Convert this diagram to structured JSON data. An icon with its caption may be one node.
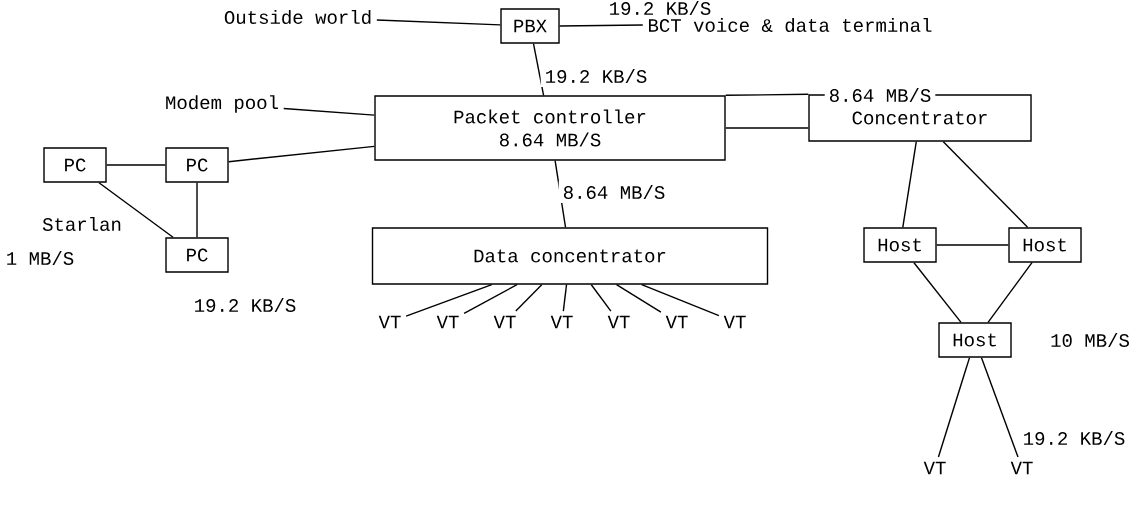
{
  "diagram": {
    "nodes": [
      {
        "text": [
          "PBX"
        ]
      },
      {
        "text": [
          "BCT voice & data terminal"
        ]
      },
      {
        "text": [
          "Outside world"
        ]
      },
      {
        "text": [
          "Packet controller",
          "8.64 MB/S"
        ]
      },
      {
        "text": [
          "Concentrator"
        ]
      },
      {
        "text": [
          "Modem pool"
        ]
      },
      {
        "text": [
          "PC"
        ]
      },
      {
        "text": [
          "PC"
        ]
      },
      {
        "text": [
          "PC"
        ]
      },
      {
        "text": [
          "Data concentrator"
        ]
      },
      {
        "text": [
          "VT"
        ]
      },
      {
        "text": [
          "VT"
        ]
      },
      {
        "text": [
          "VT"
        ]
      },
      {
        "text": [
          "VT"
        ]
      },
      {
        "text": [
          "VT"
        ]
      },
      {
        "text": [
          "VT"
        ]
      },
      {
        "text": [
          "VT"
        ]
      },
      {
        "text": [
          "Host"
        ]
      },
      {
        "text": [
          "Host"
        ]
      },
      {
        "text": [
          "Host"
        ]
      },
      {
        "text": [
          "VT"
        ]
      },
      {
        "text": [
          "VT"
        ]
      }
    ],
    "edges": [
      {
        "from": 2,
        "to": 0,
        "arrow": "none"
      },
      {
        "from": 0,
        "to": 1,
        "arrow": "none",
        "label": "19.2 KB/S"
      },
      {
        "from": 0,
        "to": 3,
        "arrow": "none",
        "label": "19.2 KB/S"
      },
      {
        "from": 5,
        "to": 3,
        "arrow": "none"
      },
      {
        "from": 3,
        "to": 4,
        "arrow": "none",
        "label": "8.64 MB/S"
      },
      {
        "from": 3,
        "to": 4,
        "arrow": "none"
      },
      {
        "from": 6,
        "to": 7,
        "arrow": "none"
      },
      {
        "from": 7,
        "to": 3,
        "arrow": "none"
      },
      {
        "from": 7,
        "to": 8,
        "arrow": "none"
      },
      {
        "from": 6,
        "to": 8,
        "arrow": "none"
      },
      {
        "from": 3,
        "to": 9,
        "arrow": "none",
        "label": "8.64 MB/S"
      },
      {
        "from": 9,
        "to": 10,
        "arrow": "none"
      },
      {
        "from": 9,
        "to": 11,
        "arrow": "none"
      },
      {
        "from": 9,
        "to": 12,
        "arrow": "none"
      },
      {
        "from": 9,
        "to": 13,
        "arrow": "none"
      },
      {
        "from": 9,
        "to": 14,
        "arrow": "none"
      },
      {
        "from": 9,
        "to": 15,
        "arrow": "none"
      },
      {
        "from": 9,
        "to": 16,
        "arrow": "none"
      },
      {
        "from": 4,
        "to": 17,
        "arrow": "none"
      },
      {
        "from": 4,
        "to": 18,
        "arrow": "none"
      },
      {
        "from": 17,
        "to": 18,
        "arrow": "none"
      },
      {
        "from": 17,
        "to": 19,
        "arrow": "none"
      },
      {
        "from": 18,
        "to": 19,
        "arrow": "none"
      },
      {
        "from": 19,
        "to": 20,
        "arrow": "none"
      },
      {
        "from": 19,
        "to": 21,
        "arrow": "none",
        "label": "19.2 KB/S"
      }
    ],
    "labels": [
      "Starlan",
      "1 MB/S",
      "19.2 KB/S",
      "10 MB/S"
    ]
  }
}
